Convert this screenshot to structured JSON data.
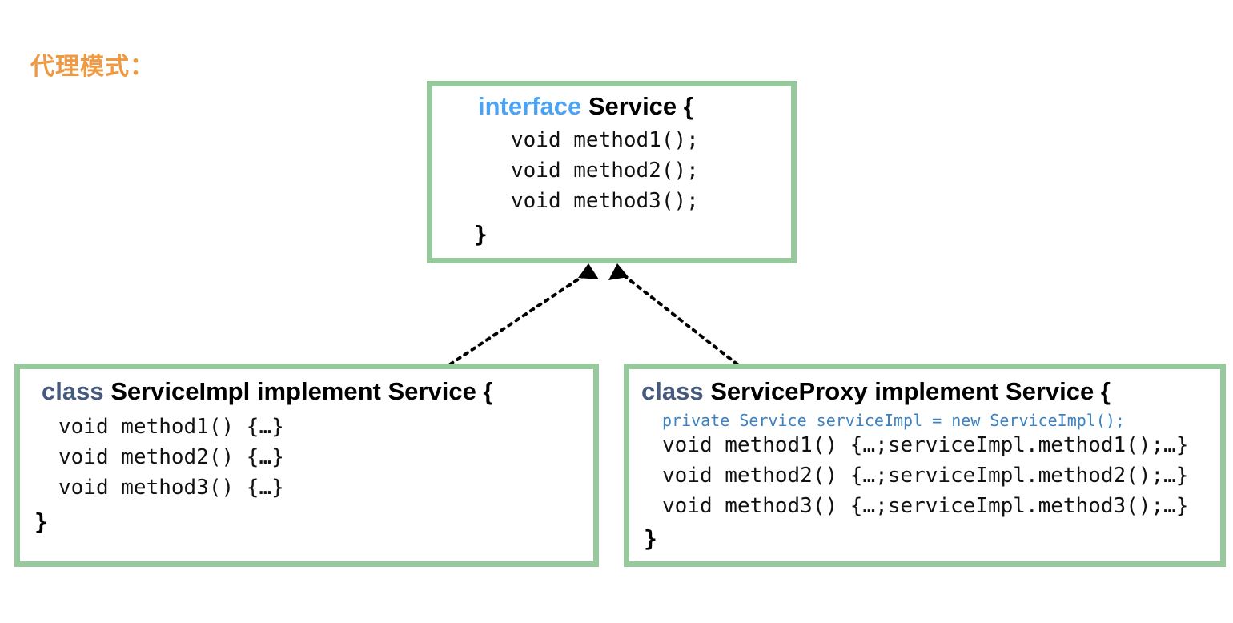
{
  "title": "代理模式：",
  "colors": {
    "title_orange": "#ef9a43",
    "box_border_green": "#97c99d",
    "keyword_interface_blue": "#4ba3f5",
    "keyword_class_slate": "#455a7c",
    "field_blue": "#3a82c4",
    "text_black": "#000000",
    "background": "#ffffff",
    "connector_black": "#000000"
  },
  "interface_box": {
    "keyword": "interface",
    "declaration": " Service {",
    "methods": [
      "void method1();",
      "void method2();",
      "void method3();"
    ],
    "closing_brace": "}"
  },
  "impl_box": {
    "keyword": "class",
    "declaration": " ServiceImpl implement Service {",
    "methods": [
      "void method1() {…}",
      "void method2() {…}",
      "void method3() {…}"
    ],
    "closing_brace": "}"
  },
  "proxy_box": {
    "keyword": "class",
    "declaration": " ServiceProxy implement Service {",
    "field": "private Service serviceImpl = new ServiceImpl();",
    "methods": [
      "void method1() {…;serviceImpl.method1();…}",
      "void method2() {…;serviceImpl.method2();…}",
      "void method3() {…;serviceImpl.method3();…}"
    ],
    "closing_brace": "}"
  },
  "connectors": [
    {
      "name": "impl-realizes-service",
      "style": "dotted-line-hollow-arrow",
      "from": "impl_box",
      "to": "interface_box"
    },
    {
      "name": "proxy-realizes-service",
      "style": "dotted-line-hollow-arrow",
      "from": "proxy_box",
      "to": "interface_box"
    }
  ]
}
